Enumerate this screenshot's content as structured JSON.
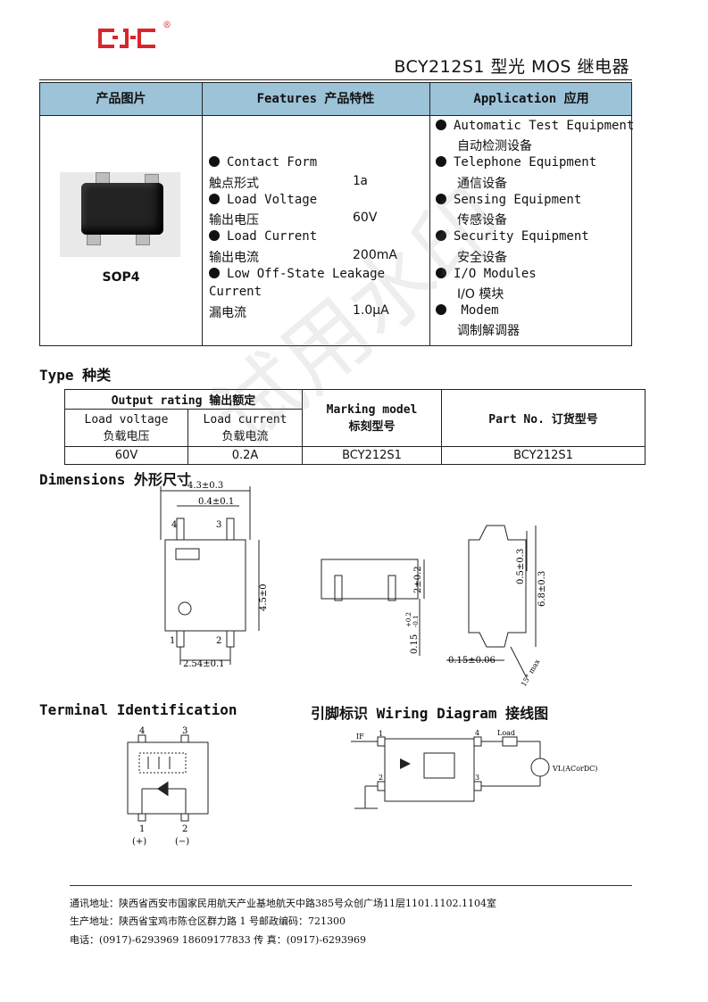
{
  "header": {
    "logo_text": "GJC",
    "registered_mark": "®",
    "title": "BCY212S1 型光 MOS 继电器"
  },
  "top_table": {
    "headers": [
      "产品图片",
      "Features 产品特性",
      "Application 应用"
    ],
    "package_label": "SOP4",
    "features": [
      {
        "en": "Contact Form",
        "cn": "触点形式",
        "value": "1a"
      },
      {
        "en": "Load Voltage",
        "cn": "输出电压",
        "value": "60V"
      },
      {
        "en": "Load Current",
        "cn": "输出电流",
        "value": "200mA"
      },
      {
        "en": "Low Off-State Leakage",
        "en2": "Current",
        "cn": "漏电流",
        "value": "1.0μA"
      }
    ],
    "applications": [
      {
        "en": "Automatic Test Equipment",
        "cn": "自动检测设备"
      },
      {
        "en": "Telephone Equipment",
        "cn": "通信设备"
      },
      {
        "en": "Sensing Equipment",
        "cn": "传感设备"
      },
      {
        "en": "Security Equipment",
        "cn": "安全设备"
      },
      {
        "en": "I/O Modules",
        "cn": "I/O 模块"
      },
      {
        "en": " Modem",
        "cn": "调制解调器"
      }
    ]
  },
  "type_section": {
    "heading": "Type 种类",
    "output_rating": "Output rating 输出额定",
    "load_voltage_en": "Load voltage",
    "load_voltage_cn": "负载电压",
    "load_current_en": "Load current",
    "load_current_cn": "负载电流",
    "marking_en": "Marking model",
    "marking_cn": "标刻型号",
    "part_no": "Part No. 订货型号",
    "row": {
      "voltage": "60V",
      "current": "0.2A",
      "marking": "BCY212S1",
      "part": "BCY212S1"
    }
  },
  "dimensions": {
    "heading": "Dimensions 外形尺寸",
    "width": "4.3±0.3",
    "pin_width": "0.4±0.1",
    "body_length": "4.5±0",
    "pitch": "2.54±0.1",
    "height": "2±0.2",
    "standoff": "0.15+0.2/-0.1",
    "standoff_main": "0.15",
    "standoff_tol_up": "+0.2",
    "standoff_tol_down": "-0.1",
    "lead_offset": "0.5±0.3",
    "overall_width": "6.8±0.3",
    "lead_thickness": "0.15±0.06",
    "angle": "15° max",
    "pins": [
      "4",
      "3",
      "1",
      "2"
    ]
  },
  "terminal": {
    "heading": "Terminal Identification",
    "pins": [
      "4",
      "3",
      "1",
      "2"
    ],
    "plus": "(+)",
    "minus": "(−)"
  },
  "wiring": {
    "heading": "引脚标识 Wiring Diagram  接线图",
    "if_label": "IF",
    "load_label": "Load",
    "source_label": "VL(ACorDC)",
    "pins": [
      "1",
      "2",
      "3",
      "4"
    ]
  },
  "footer": {
    "line1": "通讯地址：陕西省西安市国家民用航天产业基地航天中路385号众创广场11层1101.1102.1104室",
    "line2": "生产地址：陕西省宝鸡市陈仓区群力路 1 号邮政编码：721300",
    "line3": "电话：(0917)-6293969  18609177833       传   真：(0917)-6293969"
  },
  "watermark": "试用水印",
  "colors": {
    "header_fill": "#9cc3d8",
    "logo_red": "#d9262c"
  }
}
